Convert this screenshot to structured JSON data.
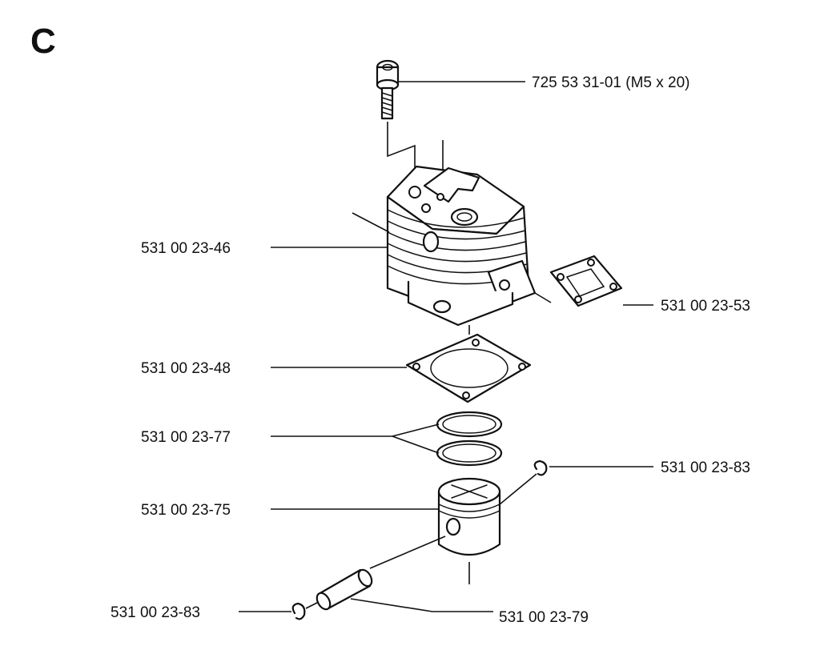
{
  "section_letter": "C",
  "parts": {
    "screw": "725 53 31-01 (M5 x 20)",
    "cylinder": "531 00 23-46",
    "exhaust_gasket": "531 00 23-53",
    "base_gasket": "531 00 23-48",
    "piston_rings": "531 00 23-77",
    "circlip_right": "531 00 23-83",
    "piston": "531 00 23-75",
    "circlip_left": "531 00 23-83",
    "piston_pin": "531 00 23-79"
  }
}
